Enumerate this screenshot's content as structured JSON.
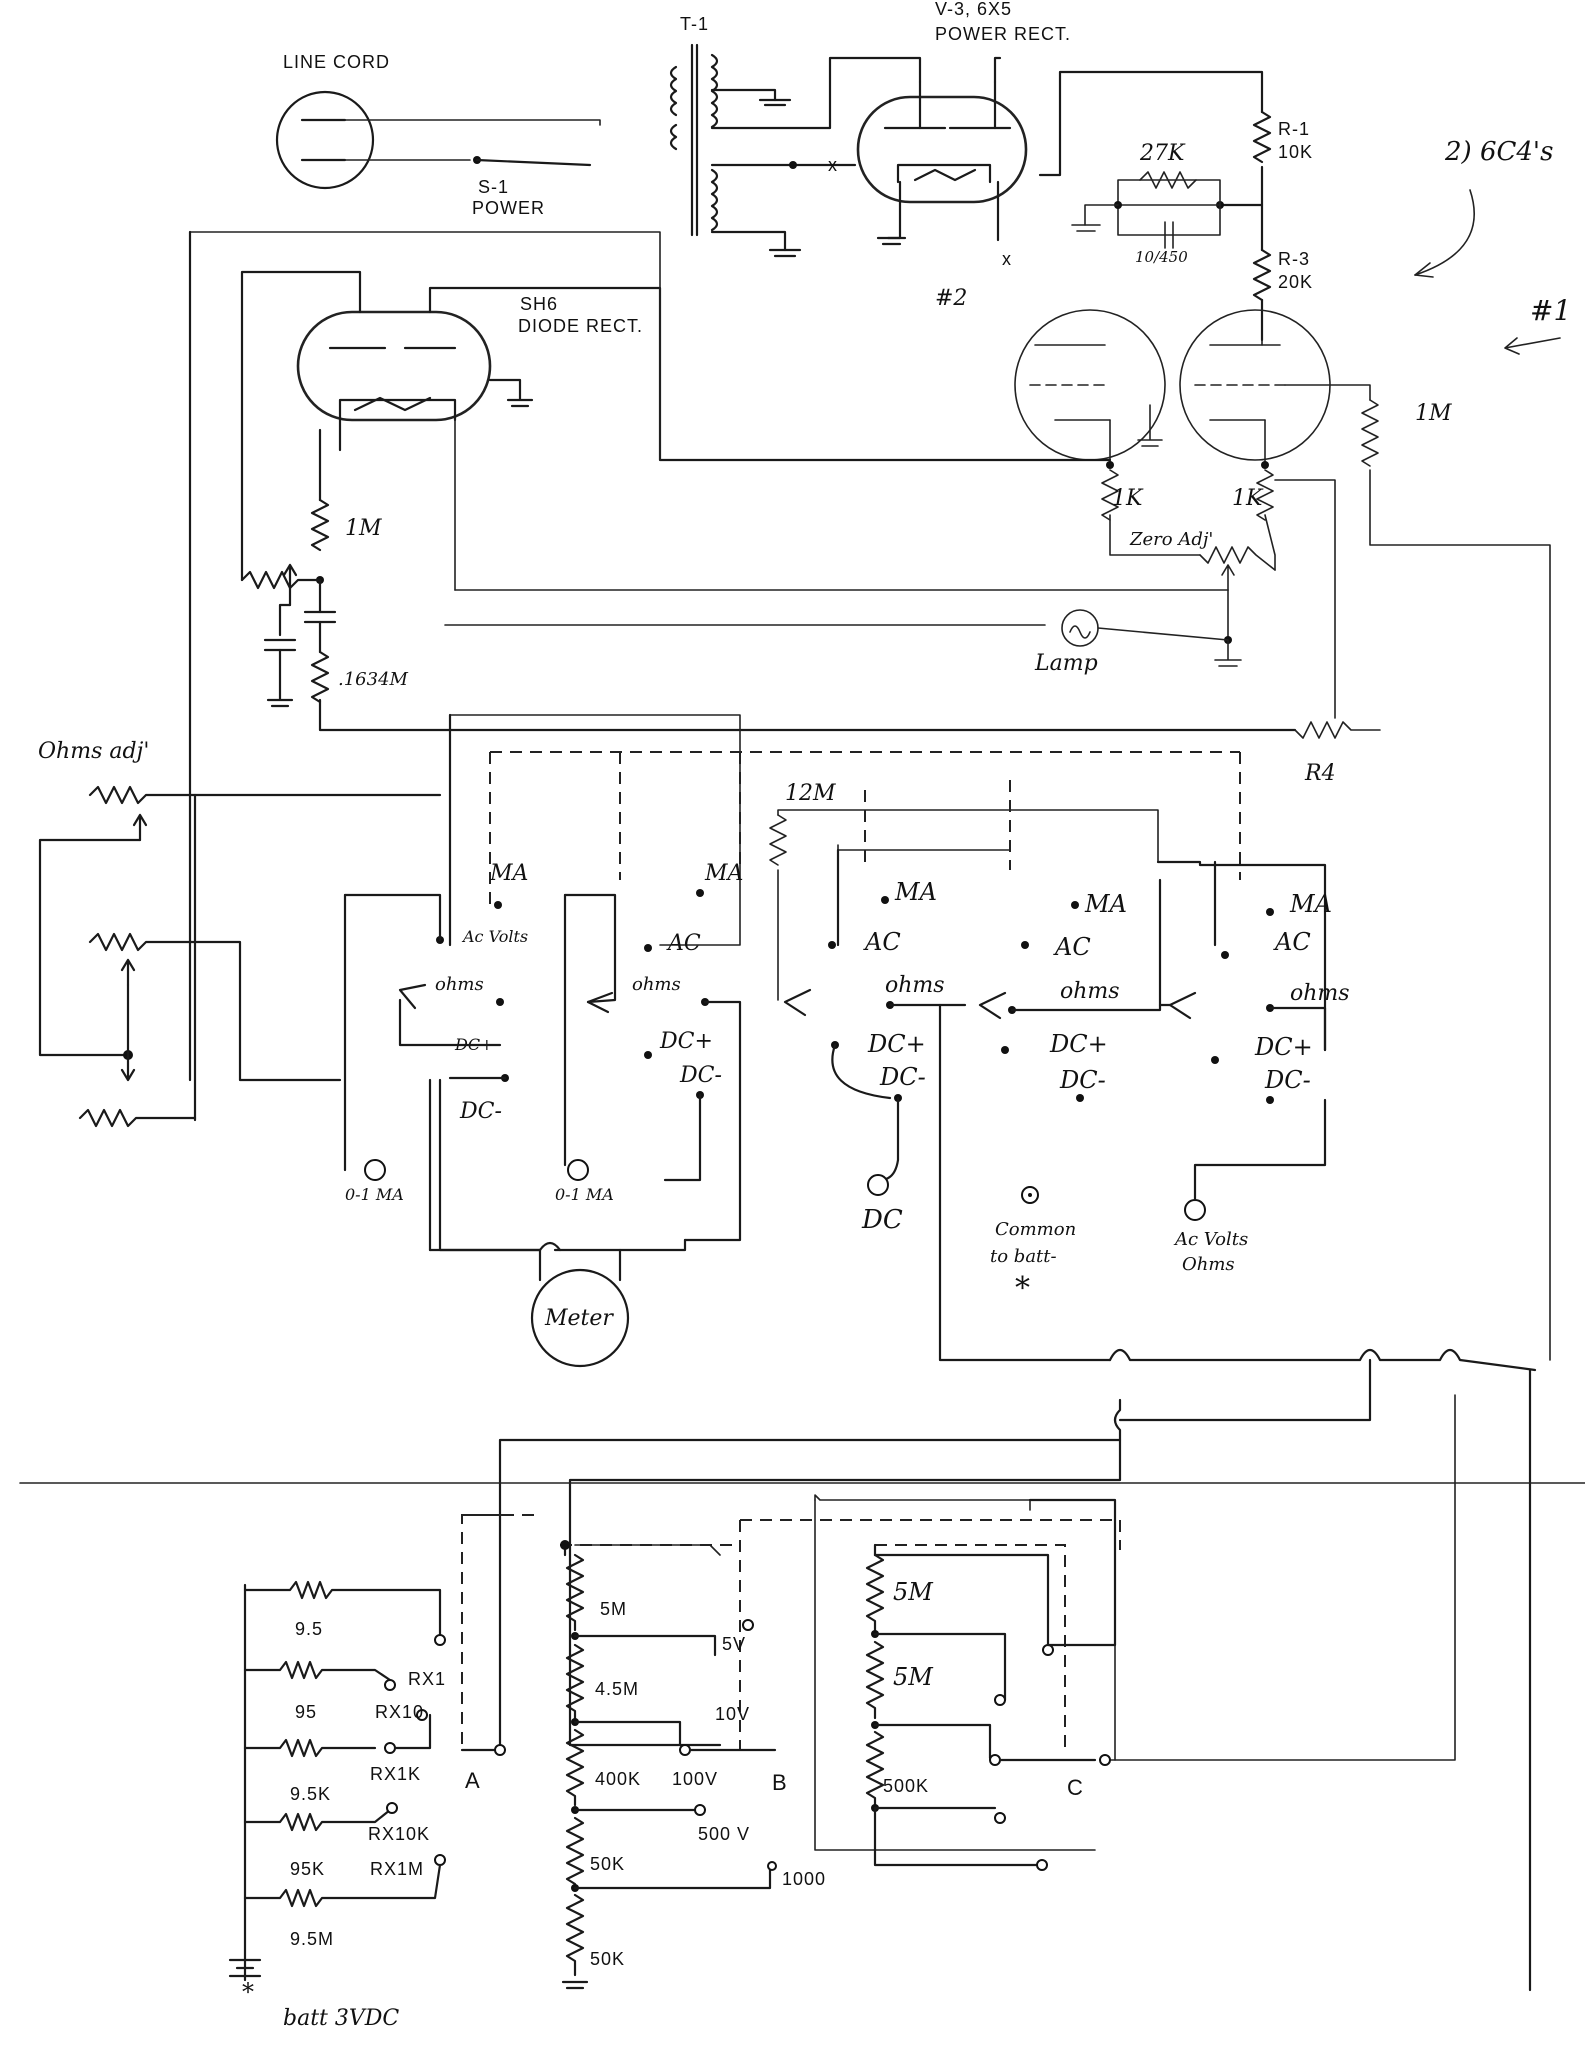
{
  "top": {
    "line_cord": "LINE CORD",
    "s1": "S-1",
    "power": "POWER",
    "t1": "T-1",
    "v3": "V-3, 6X5",
    "power_rect": "POWER RECT.",
    "r1": "R-1",
    "r1_val": "10K",
    "r3": "R-3",
    "r3_val": "20K",
    "r27k": "27K",
    "cap_val": "10/450",
    "note_6c4": "2) 6C4's",
    "tube2": "#2",
    "tube1": "#1",
    "sh6": "SH6",
    "diode_rect": "DIODE RECT.",
    "r_1m_a": "1M",
    "r_1m_b": "1M",
    "r_1k_a": "1K",
    "r_1k_b": "1K",
    "zero_adj": "Zero Adj'",
    "lamp": "Lamp",
    "r_1634": ".1634M",
    "r4": "R4",
    "ohms_adj": "Ohms adj'",
    "r_12m": "12M"
  },
  "switch": {
    "ma": "MA",
    "ac": "AC",
    "ac_volts": "Ac Volts",
    "ohms": "ohms",
    "dc_plus": "DC+",
    "dc_minus": "DC-",
    "jack_01ma": "0-1 MA",
    "jack_dc": "DC",
    "common": "Common",
    "to_batt": "to batt-",
    "asterisk": "*",
    "ac_volts_ohms_1": "Ac Volts",
    "ac_volts_ohms_2": "Ohms",
    "meter": "Meter"
  },
  "bottom": {
    "r95": "9.5",
    "r950": "95",
    "r95k": "9.5K",
    "r950k": "95K",
    "r95m": "9.5M",
    "rx1": "RX1",
    "rx10": "RX10",
    "rx1k": "RX1K",
    "rx10k": "RX10K",
    "rx1m": "RX1M",
    "a": "A",
    "b": "B",
    "c": "C",
    "r5m": "5M",
    "r45m": "4.5M",
    "r400k": "400K",
    "r50k": "50K",
    "r50k_b": "50K",
    "v5": "5V",
    "v10": "10V",
    "v100": "100V",
    "v500": "500 V",
    "v1000": "1000",
    "r5m_a": "5M",
    "r5m_b": "5M",
    "r500k": "500K",
    "batt": "batt 3VDC"
  }
}
